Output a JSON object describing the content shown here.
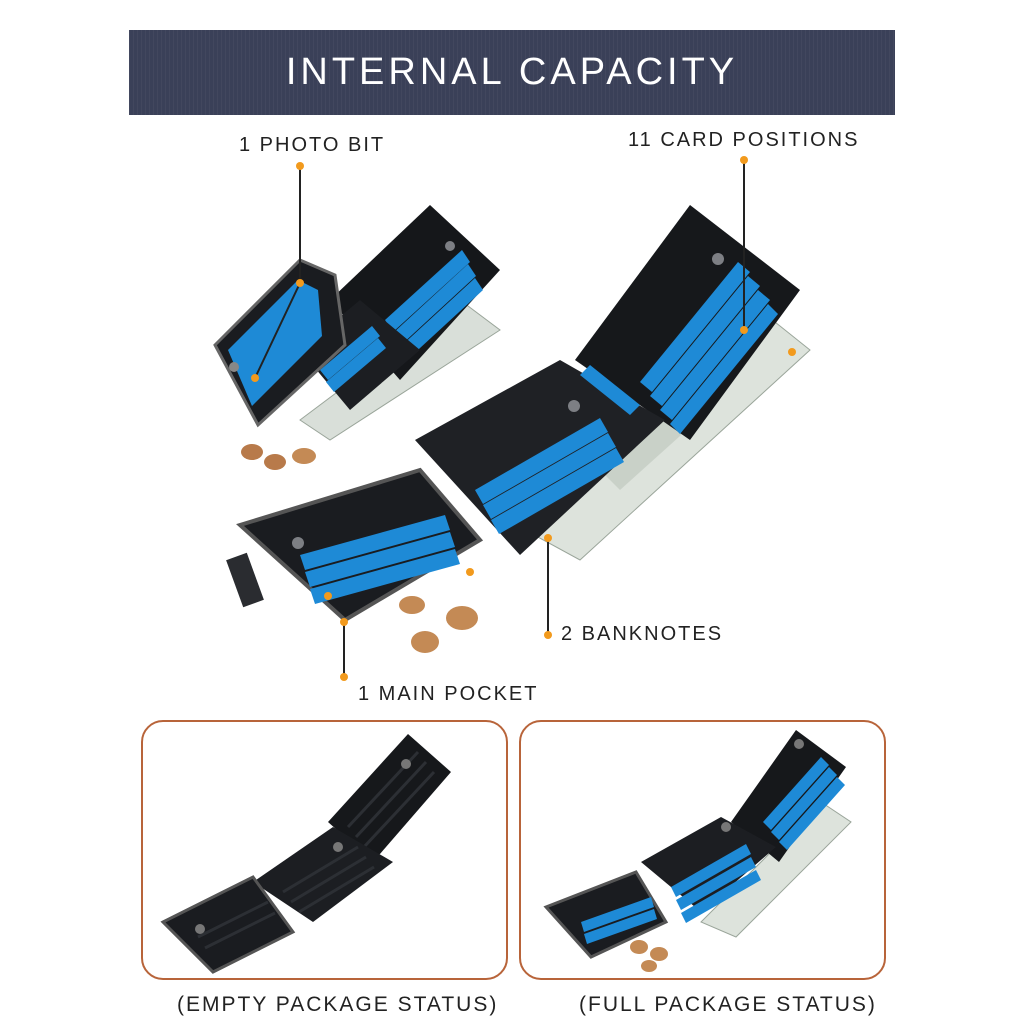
{
  "banner": {
    "title": "INTERNAL CAPACITY"
  },
  "callouts": {
    "photo_bit": "1 PHOTO BIT",
    "card_positions": "11 CARD POSITIONS",
    "banknotes": "2 BANKNOTES",
    "main_pocket": "1 MAIN POCKET"
  },
  "panels": {
    "empty_caption": "(EMPTY PACKAGE STATUS)",
    "full_caption": "(FULL PACKAGE STATUS)"
  },
  "colors": {
    "banner": "#3a4058",
    "leather": "#1c1e22",
    "card_slot": "#1e8ad6",
    "marker": "#f29a1d",
    "panel_border": "#b8643a"
  }
}
